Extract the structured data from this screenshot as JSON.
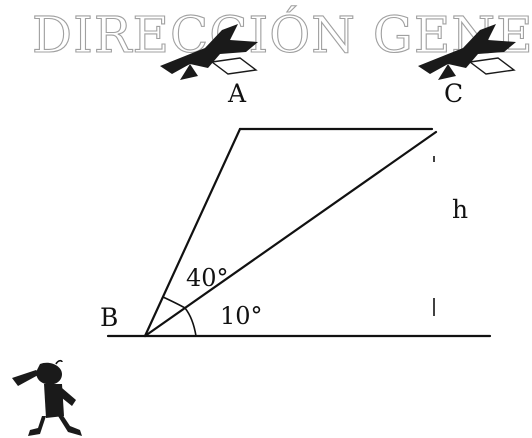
{
  "watermark": {
    "text": "DIRECCIÓN GENERA"
  },
  "labels": {
    "A": "A",
    "C": "C",
    "B": "B",
    "h": "h"
  },
  "angles": {
    "upper": "40°",
    "lower": "10°"
  },
  "icons": {
    "plane_a": "airplane-icon",
    "plane_c": "airplane-icon",
    "observer": "observer-figure-icon"
  },
  "colors": {
    "line": "#111111",
    "watermark": "#a0a0a0"
  }
}
